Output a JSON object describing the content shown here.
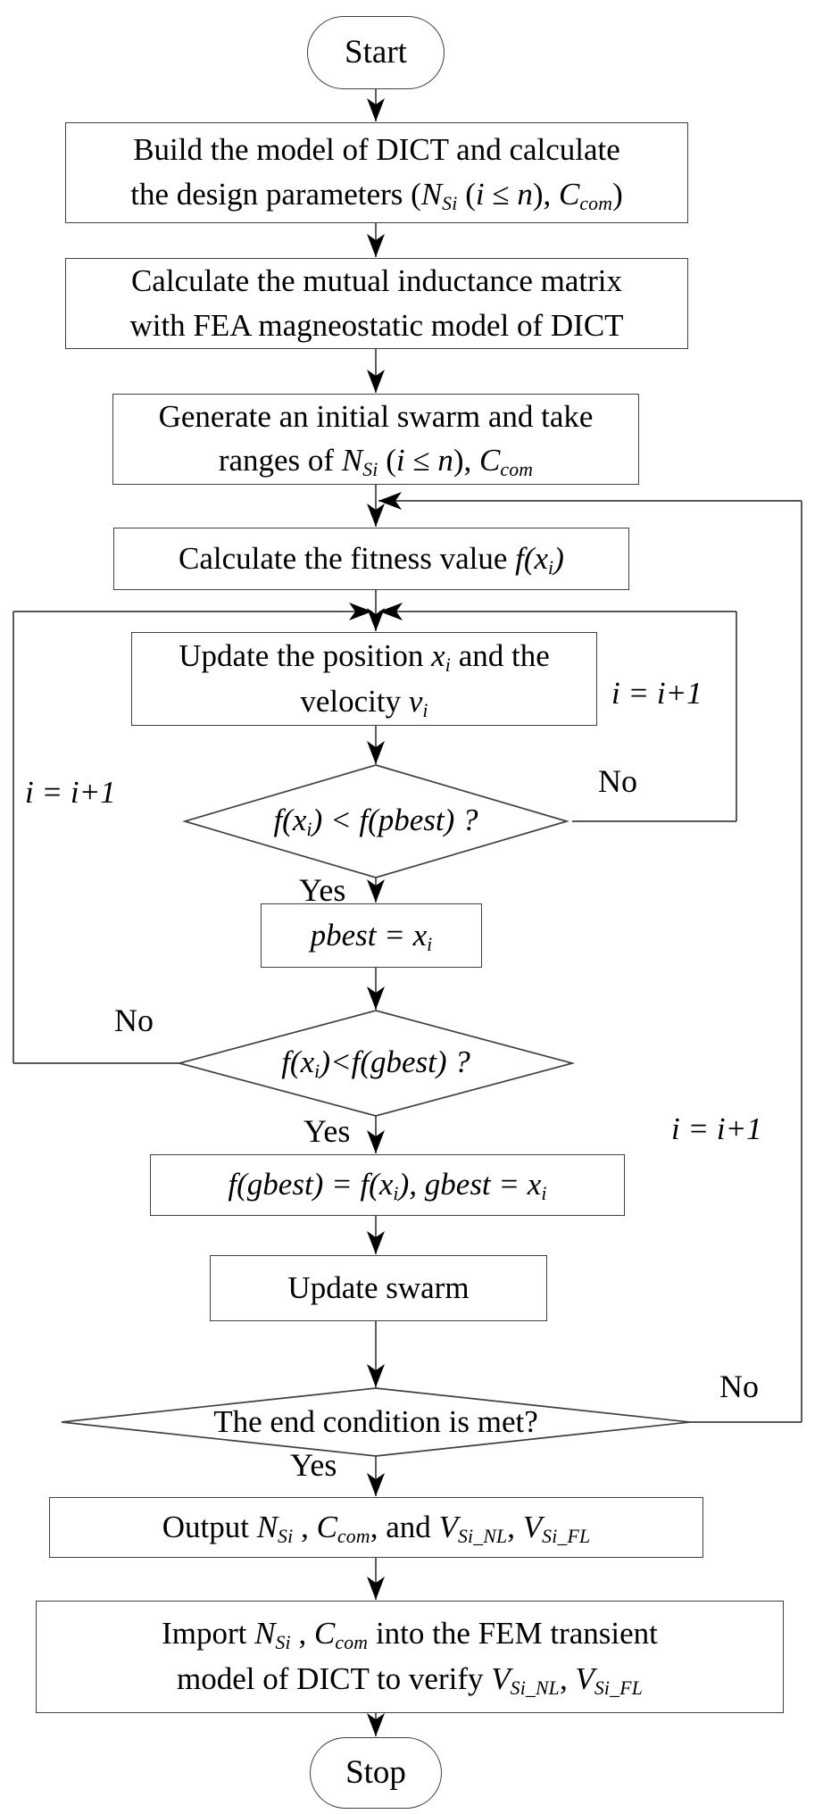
{
  "colors": {
    "line": "#404040",
    "arrow": "#000000",
    "text": "#000000",
    "fill": "#ffffff",
    "background": "#ffffff"
  },
  "nodes": {
    "start": {
      "label": "Start"
    },
    "build": {
      "label": [
        {
          "t": "Build the model of DICT and calculate"
        },
        {
          "br": 1
        },
        {
          "t": "the design parameters ("
        },
        {
          "t": "N",
          "c": "it"
        },
        {
          "t": "Si",
          "c": "sb"
        },
        {
          "t": " ("
        },
        {
          "t": "i",
          "c": "it"
        },
        {
          "t": " ≤ "
        },
        {
          "t": "n",
          "c": "it"
        },
        {
          "t": "), "
        },
        {
          "t": "C",
          "c": "it"
        },
        {
          "t": "com",
          "c": "sb"
        },
        {
          "t": ")"
        }
      ]
    },
    "mutual": {
      "label": [
        {
          "t": "Calculate the mutual inductance matrix"
        },
        {
          "br": 1
        },
        {
          "t": "with FEA magneostatic model of DICT"
        }
      ]
    },
    "init_swarm": {
      "label": [
        {
          "t": "Generate an initial swarm and take"
        },
        {
          "br": 1
        },
        {
          "t": "ranges of "
        },
        {
          "t": "N",
          "c": "it"
        },
        {
          "t": "Si",
          "c": "sb"
        },
        {
          "t": " ("
        },
        {
          "t": "i",
          "c": "it"
        },
        {
          "t": " ≤ "
        },
        {
          "t": "n",
          "c": "it"
        },
        {
          "t": "), "
        },
        {
          "t": "C",
          "c": "it"
        },
        {
          "t": "com",
          "c": "sb"
        }
      ]
    },
    "fitness": {
      "label": [
        {
          "t": "Calculate the fitness value "
        },
        {
          "t": "f(x",
          "c": "it"
        },
        {
          "t": "i",
          "c": "sb"
        },
        {
          "t": ")",
          "c": "it"
        }
      ]
    },
    "update_position": {
      "label": [
        {
          "t": "Update the position "
        },
        {
          "t": "x",
          "c": "it"
        },
        {
          "t": "i",
          "c": "sb"
        },
        {
          "t": " and the"
        },
        {
          "br": 1
        },
        {
          "t": "velocity "
        },
        {
          "t": "v",
          "c": "it"
        },
        {
          "t": "i",
          "c": "sb"
        }
      ]
    },
    "pbest_check": {
      "label": [
        {
          "t": "f(x",
          "c": "it"
        },
        {
          "t": "i",
          "c": "sb"
        },
        {
          "t": ") < f(pbest) ?",
          "c": "it"
        }
      ]
    },
    "pbest_assign": {
      "label": [
        {
          "t": "pbest = x",
          "c": "it"
        },
        {
          "t": "i",
          "c": "sb"
        }
      ]
    },
    "gbest_check": {
      "label": [
        {
          "t": "f(x",
          "c": "it"
        },
        {
          "t": "i",
          "c": "sb"
        },
        {
          "t": ")<f(gbest) ?",
          "c": "it"
        }
      ]
    },
    "gbest_assign": {
      "label": [
        {
          "t": "f(gbest) = f(x",
          "c": "it"
        },
        {
          "t": "i",
          "c": "sb"
        },
        {
          "t": "), gbest = x",
          "c": "it"
        },
        {
          "t": "i",
          "c": "sb"
        }
      ]
    },
    "update_swarm": {
      "label": "Update swarm"
    },
    "end_condition": {
      "label": "The end condition is met?"
    },
    "output": {
      "label": [
        {
          "t": "Output "
        },
        {
          "t": "N",
          "c": "it"
        },
        {
          "t": "Si",
          "c": "sb"
        },
        {
          "t": " , "
        },
        {
          "t": "C",
          "c": "it"
        },
        {
          "t": "com",
          "c": "sb"
        },
        {
          "t": ", and "
        },
        {
          "t": "V",
          "c": "it"
        },
        {
          "t": "Si_NL",
          "c": "sb"
        },
        {
          "t": ", "
        },
        {
          "t": "V",
          "c": "it"
        },
        {
          "t": "Si_FL",
          "c": "sb"
        }
      ]
    },
    "import_fem": {
      "label": [
        {
          "t": "Import "
        },
        {
          "t": "N",
          "c": "it"
        },
        {
          "t": "Si",
          "c": "sb"
        },
        {
          "t": " , "
        },
        {
          "t": "C",
          "c": "it"
        },
        {
          "t": "com",
          "c": "sb"
        },
        {
          "t": " into the FEM transient"
        },
        {
          "br": 1
        },
        {
          "t": "model of DICT to verify "
        },
        {
          "t": "V",
          "c": "it"
        },
        {
          "t": "Si_NL",
          "c": "sb"
        },
        {
          "t": ", "
        },
        {
          "t": "V",
          "c": "it"
        },
        {
          "t": "Si_FL",
          "c": "sb"
        }
      ]
    },
    "stop": {
      "label": "Stop"
    }
  },
  "edge_labels": {
    "pbest_yes": "Yes",
    "pbest_no": "No",
    "gbest_yes": "Yes",
    "gbest_no": "No",
    "end_yes": "Yes",
    "end_no": "No",
    "increment_left": "i = i+1",
    "increment_inner": "i = i+1",
    "increment_outer": "i = i+1"
  }
}
